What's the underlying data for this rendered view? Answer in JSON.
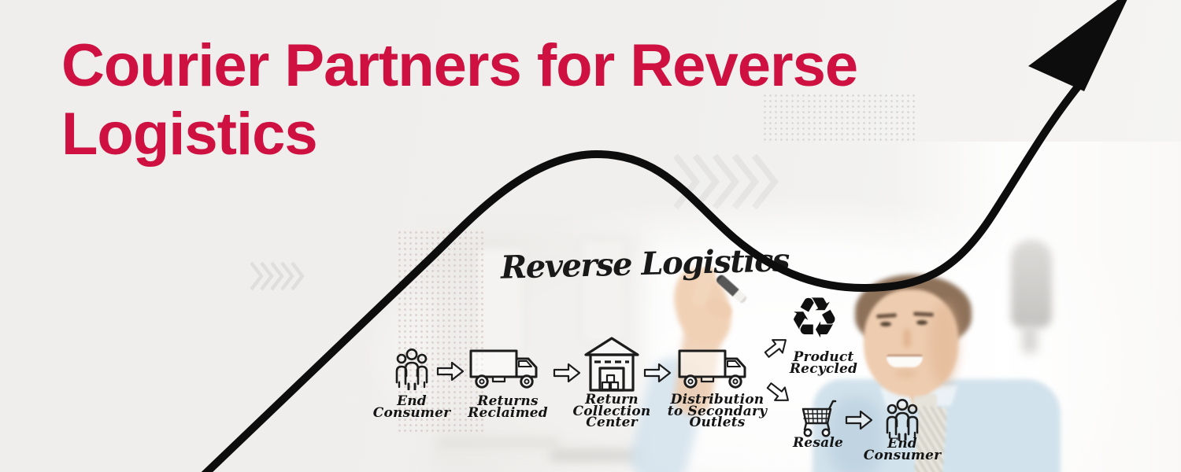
{
  "title": {
    "text": "Courier Partners for Reverse Logistics"
  },
  "colors": {
    "accent_red": "#ce1140",
    "line_black": "#0d0d0d",
    "background_gray": "#efeeec",
    "shirt_blue": "#cfe0eb"
  },
  "whiteboard": {
    "heading": "Reverse Logistics"
  },
  "flow": {
    "nodes": [
      {
        "name": "end-consumer-start",
        "icon": "people-group-icon",
        "lines": [
          "End",
          "Consumer"
        ]
      },
      {
        "name": "returns-reclaimed",
        "icon": "delivery-truck-icon",
        "lines": [
          "Returns",
          "Reclaimed"
        ]
      },
      {
        "name": "return-collection-center",
        "icon": "warehouse-icon",
        "lines": [
          "Return",
          "Collection",
          "Center"
        ]
      },
      {
        "name": "distribution-secondary-outlets",
        "icon": "delivery-truck-icon",
        "lines": [
          "Distribution",
          "to Secondary",
          "Outlets"
        ]
      },
      {
        "name": "product-recycled",
        "icon": "recycle-icon",
        "glyph": "♻",
        "lines": [
          "Product",
          "Recycled"
        ]
      },
      {
        "name": "resale",
        "icon": "shopping-cart-icon",
        "lines": [
          "Resale"
        ]
      },
      {
        "name": "end-consumer-end",
        "icon": "people-group-icon",
        "lines": [
          "End",
          "Consumer"
        ]
      }
    ]
  }
}
